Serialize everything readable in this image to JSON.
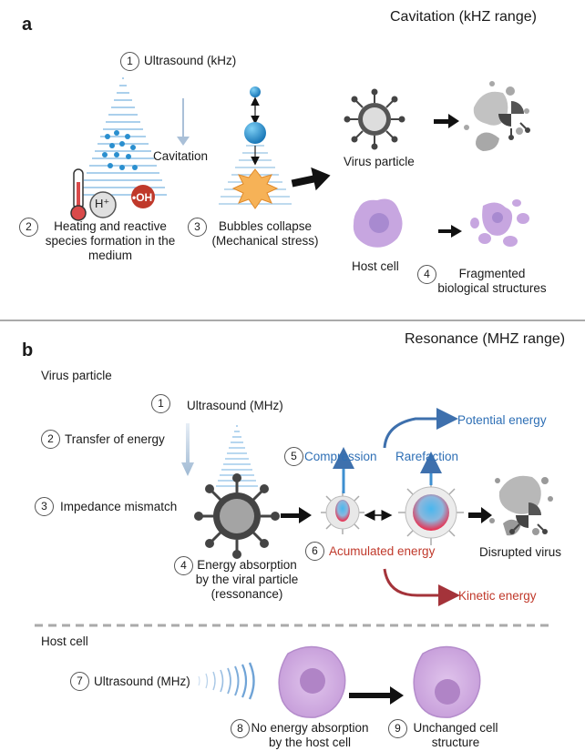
{
  "panel_a": {
    "letter": "a",
    "title": "Cavitation (kHZ range)",
    "step1": {
      "num": "1",
      "text": "Ultrasound (kHz)"
    },
    "cavitation": "Cavitation",
    "h_ion": "H⁺",
    "oh_radical": "•OH",
    "step2": {
      "num": "2",
      "text": "Heating and reactive species formation in the medium"
    },
    "step3": {
      "num": "3",
      "text": "Bubbles collapse (Mechanical stress)"
    },
    "virus_label": "Virus particle",
    "host_label": "Host cell",
    "step4": {
      "num": "4",
      "text": "Fragmented biological structures"
    }
  },
  "panel_b": {
    "letter": "b",
    "title": "Resonance (MHZ range)",
    "virus_section": "Virus particle",
    "step1": {
      "num": "1",
      "text": "Ultrasound (MHz)"
    },
    "step2": {
      "num": "2",
      "text": "Transfer of energy"
    },
    "step3": {
      "num": "3",
      "text": "Impedance mismatch"
    },
    "step4": {
      "num": "4",
      "text": "Energy absorption by the viral particle (ressonance)"
    },
    "step5": {
      "num": "5",
      "text": "Compression"
    },
    "rarefaction": "Rarefaction",
    "potential": "Potential energy",
    "step6": {
      "num": "6",
      "text": "Acumulated energy"
    },
    "kinetic": "Kinetic energy",
    "disrupted": "Disrupted virus",
    "host_section": "Host cell",
    "step7": {
      "num": "7",
      "text": "Ultrasound (MHz)"
    },
    "step8": {
      "num": "8",
      "text": "No energy absorption by the host cell"
    },
    "step9": {
      "num": "9",
      "text": "Unchanged cell structure"
    }
  },
  "colors": {
    "potential": "#2e6fb5",
    "kinetic": "#c0392b",
    "ultrasound": "#6fa3d6",
    "host_cell": "#c9a3dc"
  }
}
